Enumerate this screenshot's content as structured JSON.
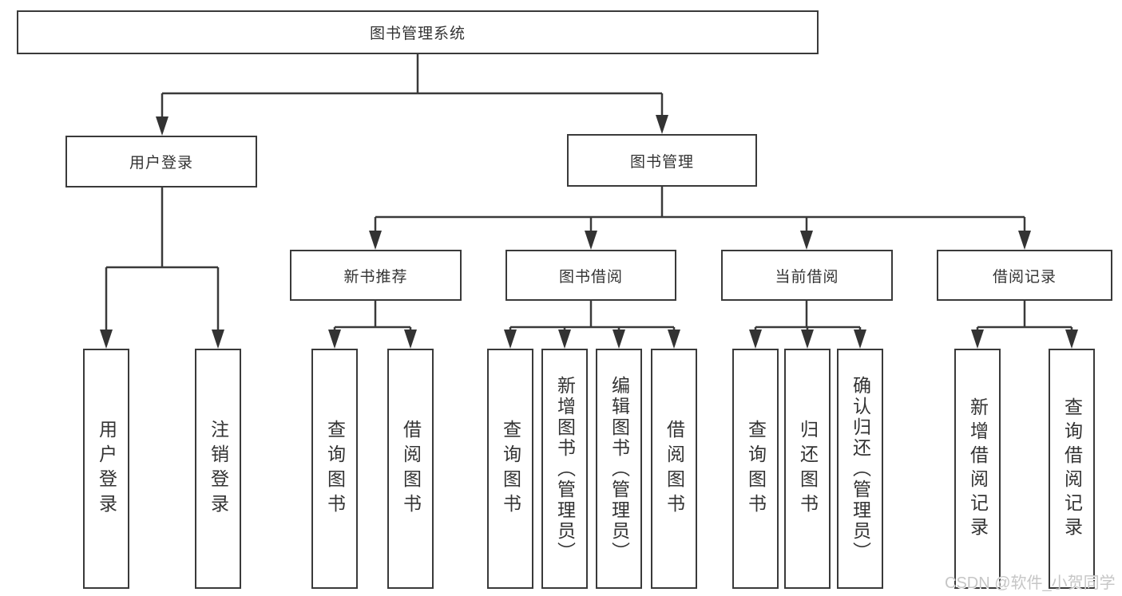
{
  "diagram": {
    "root": {
      "label": "图书管理系统"
    },
    "branches": [
      {
        "label": "用户登录",
        "children": [
          {
            "label": "用户登录"
          },
          {
            "label": "注销登录"
          }
        ]
      },
      {
        "label": "图书管理",
        "children": [
          {
            "label": "新书推荐",
            "children": [
              {
                "label": "查询图书"
              },
              {
                "label": "借阅图书"
              }
            ]
          },
          {
            "label": "图书借阅",
            "children": [
              {
                "label": "查询图书"
              },
              {
                "label": "新增图书（管理员）"
              },
              {
                "label": "编辑图书（管理员）"
              },
              {
                "label": "借阅图书"
              }
            ]
          },
          {
            "label": "当前借阅",
            "children": [
              {
                "label": "查询图书"
              },
              {
                "label": "归还图书"
              },
              {
                "label": "确认归还（管理员）"
              }
            ]
          },
          {
            "label": "借阅记录",
            "children": [
              {
                "label": "新增借阅记录"
              },
              {
                "label": "查询借阅记录"
              }
            ]
          }
        ]
      }
    ],
    "watermark": "CSDN @软件_小贺同学",
    "colors": {
      "line": "#3a3a3a",
      "text": "#333333",
      "background": "#ffffff",
      "watermark": "#c6c6c6"
    }
  }
}
